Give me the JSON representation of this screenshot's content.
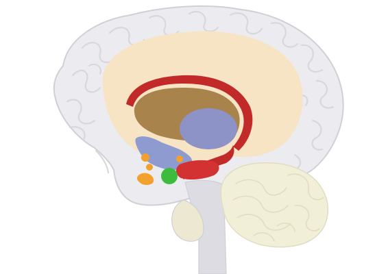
{
  "colors": {
    "background": "#ffffff",
    "cortex": "#ececf0",
    "cortex_outline": "#cfcfd6",
    "cingulate_region": "#f6e4c4",
    "corpus_callosum_fornix": "#c22a2a",
    "lateral_ventricle": "#a8834c",
    "thalamus": "#8d93c6",
    "hypothalamus_region": "#8e9bd0",
    "amygdala": "#3dbb3d",
    "mammillary_body": "#f2a02e",
    "hippocampus_region": "#d23232",
    "cerebellum": "#f2efd8",
    "brainstem": "#dcdce2",
    "pons": "#ece8d2"
  },
  "structures": [
    "cerebral-cortex",
    "cingulate-gyrus",
    "corpus-callosum",
    "lateral-ventricle",
    "thalamus",
    "fornix",
    "hypothalamus",
    "mammillary-body",
    "amygdala",
    "hippocampus",
    "cerebellum",
    "brainstem",
    "pons"
  ]
}
